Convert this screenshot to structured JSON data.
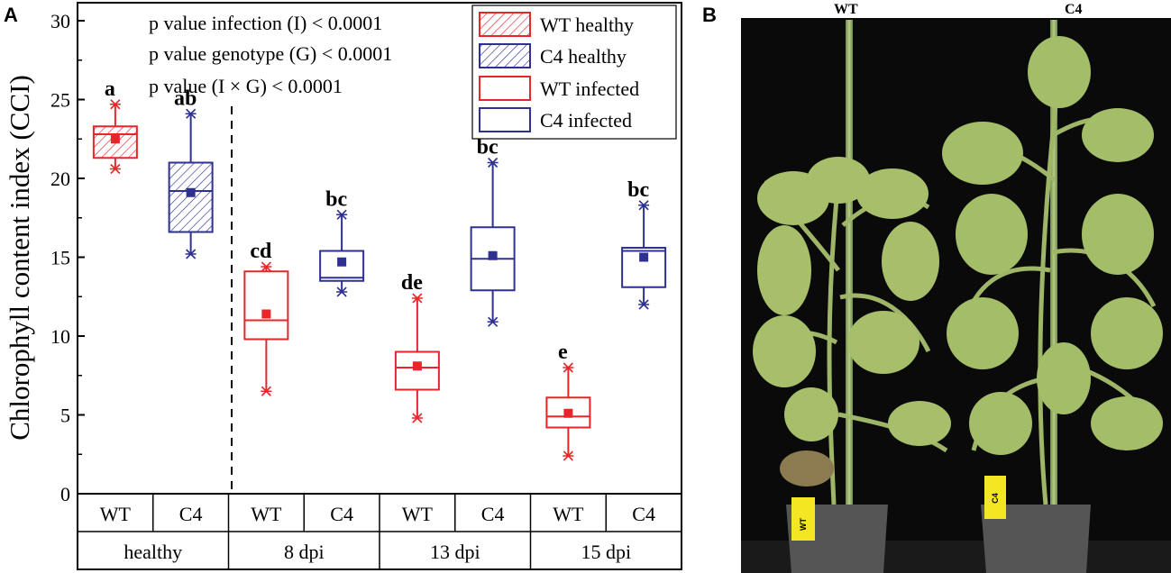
{
  "panel_a": {
    "label": "A",
    "stats": [
      "p value infection (I) < 0.0001",
      "p value genotype (G) < 0.0001",
      "p value (I × G) < 0.0001"
    ]
  },
  "panel_b": {
    "label": "B",
    "plant_labels": [
      "WT",
      "C4"
    ],
    "pot_tags": [
      "WT",
      "C4"
    ]
  },
  "colors": {
    "wt": "#e8262a",
    "c4": "#2e3192",
    "axis": "#000000"
  },
  "chart_data": {
    "type": "box",
    "ylabel": "Chlorophyll content index (CCI)",
    "ylim": [
      0,
      30
    ],
    "yticks": [
      0,
      5,
      10,
      15,
      20,
      25,
      30
    ],
    "grid": false,
    "legend_position": "top-right",
    "legend": [
      {
        "name": "WT healthy",
        "color": "#e8262a",
        "hatched": true
      },
      {
        "name": "C4 healthy",
        "color": "#2e3192",
        "hatched": true
      },
      {
        "name": "WT infected",
        "color": "#e8262a",
        "hatched": false
      },
      {
        "name": "C4 infected",
        "color": "#2e3192",
        "hatched": false
      }
    ],
    "group_labels": [
      "healthy",
      "8 dpi",
      "13 dpi",
      "15 dpi"
    ],
    "boxes": [
      {
        "genotype": "WT",
        "group": "healthy",
        "color": "#e8262a",
        "hatched": true,
        "min": 20.6,
        "q1": 21.3,
        "median": 22.8,
        "q3": 23.3,
        "max": 24.7,
        "mean": 22.5,
        "letter": "a"
      },
      {
        "genotype": "C4",
        "group": "healthy",
        "color": "#2e3192",
        "hatched": true,
        "min": 15.2,
        "q1": 16.6,
        "median": 19.2,
        "q3": 21.0,
        "max": 24.1,
        "mean": 19.1,
        "letter": "ab"
      },
      {
        "genotype": "WT",
        "group": "8 dpi",
        "color": "#e8262a",
        "hatched": false,
        "min": 6.5,
        "q1": 9.8,
        "median": 11.0,
        "q3": 14.1,
        "max": 14.4,
        "mean": 11.4,
        "letter": "cd"
      },
      {
        "genotype": "C4",
        "group": "8 dpi",
        "color": "#2e3192",
        "hatched": false,
        "min": 12.8,
        "q1": 13.5,
        "median": 13.7,
        "q3": 15.4,
        "max": 17.7,
        "mean": 14.7,
        "letter": "bc"
      },
      {
        "genotype": "WT",
        "group": "13 dpi",
        "color": "#e8262a",
        "hatched": false,
        "min": 4.8,
        "q1": 6.6,
        "median": 8.0,
        "q3": 9.0,
        "max": 12.4,
        "mean": 8.1,
        "letter": "de"
      },
      {
        "genotype": "C4",
        "group": "13 dpi",
        "color": "#2e3192",
        "hatched": false,
        "min": 10.9,
        "q1": 12.9,
        "median": 14.9,
        "q3": 16.9,
        "max": 21.0,
        "mean": 15.1,
        "letter": "bc"
      },
      {
        "genotype": "WT",
        "group": "15 dpi",
        "color": "#e8262a",
        "hatched": false,
        "min": 2.4,
        "q1": 4.2,
        "median": 4.9,
        "q3": 6.1,
        "max": 8.0,
        "mean": 5.1,
        "letter": "e"
      },
      {
        "genotype": "C4",
        "group": "15 dpi",
        "color": "#2e3192",
        "hatched": false,
        "min": 12.0,
        "q1": 13.1,
        "median": 15.4,
        "q3": 15.6,
        "max": 18.3,
        "mean": 15.0,
        "letter": "bc"
      }
    ],
    "divider_after_group": "healthy"
  }
}
